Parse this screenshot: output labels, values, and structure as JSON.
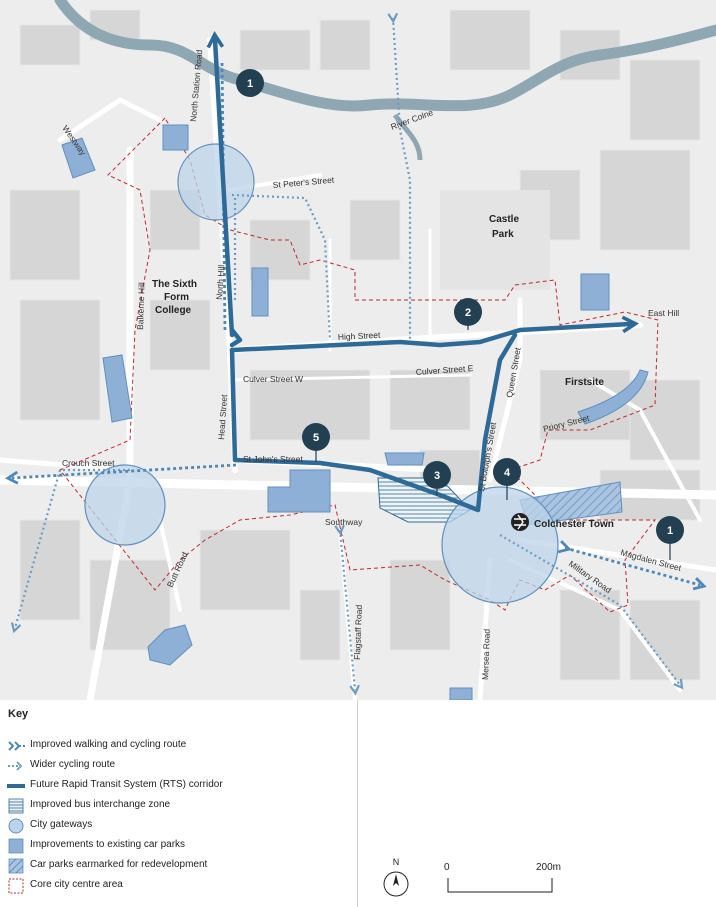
{
  "map": {
    "labels": {
      "north_station_road": "North Station Road",
      "westway": "Westway",
      "river_colne": "River Colne",
      "st_peters_street": "St Peter's Street",
      "castle": "Castle",
      "park": "Park",
      "sixth_form_1": "The Sixth",
      "sixth_form_2": "Form",
      "sixth_form_3": "College",
      "north_hill": "North Hill",
      "balkerne_hill": "Balkerne Hill",
      "high_street": "High Street",
      "east_hill": "East Hill",
      "culver_street_e": "Culver Street E",
      "queen_street": "Queen Street",
      "culver_street_w": "Culver Street W",
      "firstsite": "Firstsite",
      "priory_street": "Priory Street",
      "head_street": "Head Street",
      "st_johns_street": "St John's Street",
      "st_botolphs_street": "St Botolph's Street",
      "crouch_street": "Crouch Street",
      "southway": "Southway",
      "colchester_town": "Colchester Town",
      "magdalen_street": "Magdalen Street",
      "military_road": "Military Road",
      "butt_road": "Butt Road",
      "flagstaff_road": "Flagstaff Road",
      "mersea_road": "Mersea Road"
    },
    "badges": {
      "b1_north": "1",
      "b2": "2",
      "b3": "3",
      "b4": "4",
      "b5": "5",
      "b1_east": "1"
    },
    "colors": {
      "background": "#ededed",
      "road": "#ffffff",
      "building": "#d4d4d4",
      "river": "#8fa7b3",
      "rts_corridor": "#2e6a97",
      "walking_route": "#4d88b8",
      "cycling_route": "#6d9cc2",
      "gateway_fill": "#bcd4ea",
      "gateway_stroke": "#5f8fbe",
      "car_park": "#8fb0d6",
      "core_area": "#c0272d",
      "badge": "#233f52"
    }
  },
  "key": {
    "title": "Key",
    "items": [
      {
        "label": "Improved walking and cycling route",
        "icon": "double-chevron-arrow"
      },
      {
        "label": "Wider cycling route",
        "icon": "dotted-arrow"
      },
      {
        "label": "Future Rapid Transit System (RTS) corridor",
        "icon": "thick-line"
      },
      {
        "label": "Improved bus interchange zone",
        "icon": "hatched-square"
      },
      {
        "label": "City gateways",
        "icon": "circle"
      },
      {
        "label": "Improvements to existing car parks",
        "icon": "filled-square"
      },
      {
        "label": "Car parks earmarked for redevelopment",
        "icon": "diagonal-hatch-square"
      },
      {
        "label": "Core city centre area",
        "icon": "dashed-red-square"
      }
    ]
  },
  "north_arrow": {
    "label": "N"
  },
  "scale": {
    "start": "0",
    "end": "200m"
  }
}
